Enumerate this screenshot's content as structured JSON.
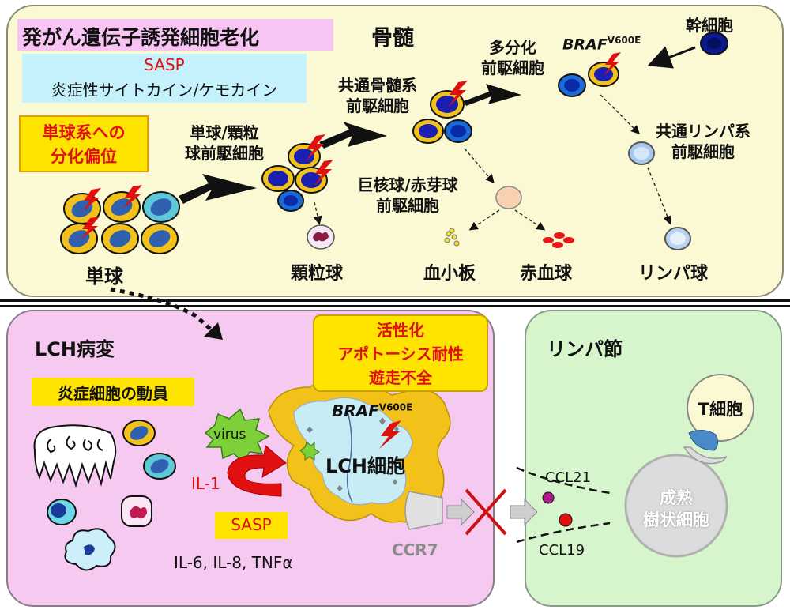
{
  "bone_marrow": {
    "title": "骨髄",
    "senescence_title": "発がん遺伝子誘発細胞老化",
    "sasp": "SASP",
    "sasp_desc": "炎症性サイトカイン/ケモカイン",
    "monocyte_bias": [
      "単球系への",
      "分化偏位"
    ],
    "stem_cell": "幹細胞",
    "braf_gene": "BRAF",
    "braf_mutation": "V600E",
    "multipotent": [
      "多分化",
      "前駆細胞"
    ],
    "common_myeloid": [
      "共通骨髄系",
      "前駆細胞"
    ],
    "common_lymphoid": [
      "共通リンパ系",
      "前駆細胞"
    ],
    "gmp": [
      "単球/顆粒",
      "球前駆細胞"
    ],
    "mep": [
      "巨核球/赤芽球",
      "前駆細胞"
    ],
    "monocyte": "単球",
    "granulocyte": "顆粒球",
    "platelet": "血小板",
    "rbc": "赤血球",
    "lymphocyte": "リンパ球"
  },
  "lch_lesion": {
    "title": "LCH病変",
    "recruitment": "炎症細胞の動員",
    "properties": [
      "活性化",
      "アポトーシス耐性",
      "遊走不全"
    ],
    "braf_gene": "BRAF",
    "braf_mutation": "V600E",
    "lch_cell": "LCH細胞",
    "virus": "virus",
    "il1": "IL-1",
    "sasp": "SASP",
    "cytokines": "IL-6, IL-8, TNFα",
    "ccr7": "CCR7"
  },
  "lymph_node": {
    "title": "リンパ節",
    "t_cell": "T細胞",
    "mature_dc": [
      "成熟",
      "樹状細胞"
    ],
    "ccl21": "CCL21",
    "ccl19": "CCL19"
  },
  "colors": {
    "bone_marrow_bg": "#fbf8d4",
    "lch_bg": "#f6c9f0",
    "lymph_node_bg": "#d6f5cd",
    "mutation_red": "#e01010",
    "cell_yellow": "#f2c21b",
    "cell_blue": "#1a1fb0"
  }
}
